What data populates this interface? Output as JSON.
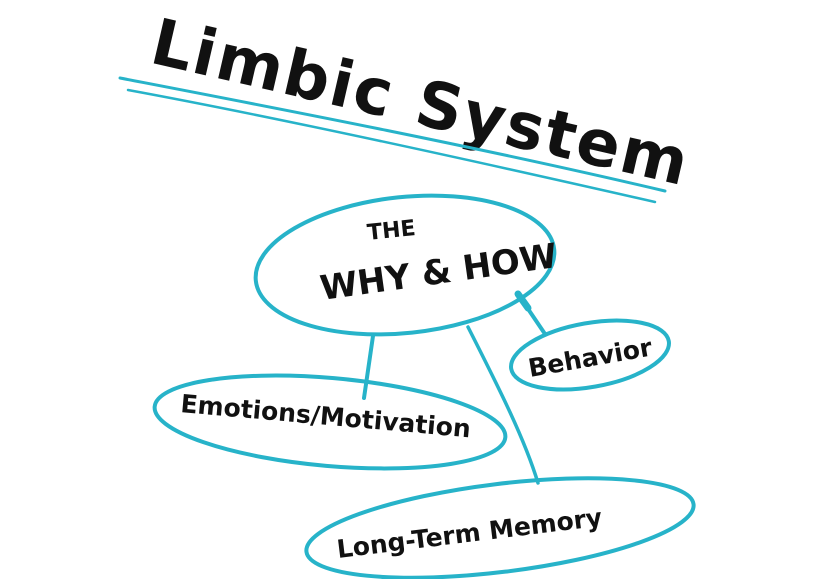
{
  "title": "Limbic System",
  "center": {
    "line1": "THE",
    "line2": "WHY & HOW"
  },
  "nodes": {
    "behavior": "Behavior",
    "emotions": "Emotions/Motivation",
    "memory": "Long-Term Memory"
  },
  "colors": {
    "accent": "#27b3c9",
    "ink": "#111111"
  }
}
